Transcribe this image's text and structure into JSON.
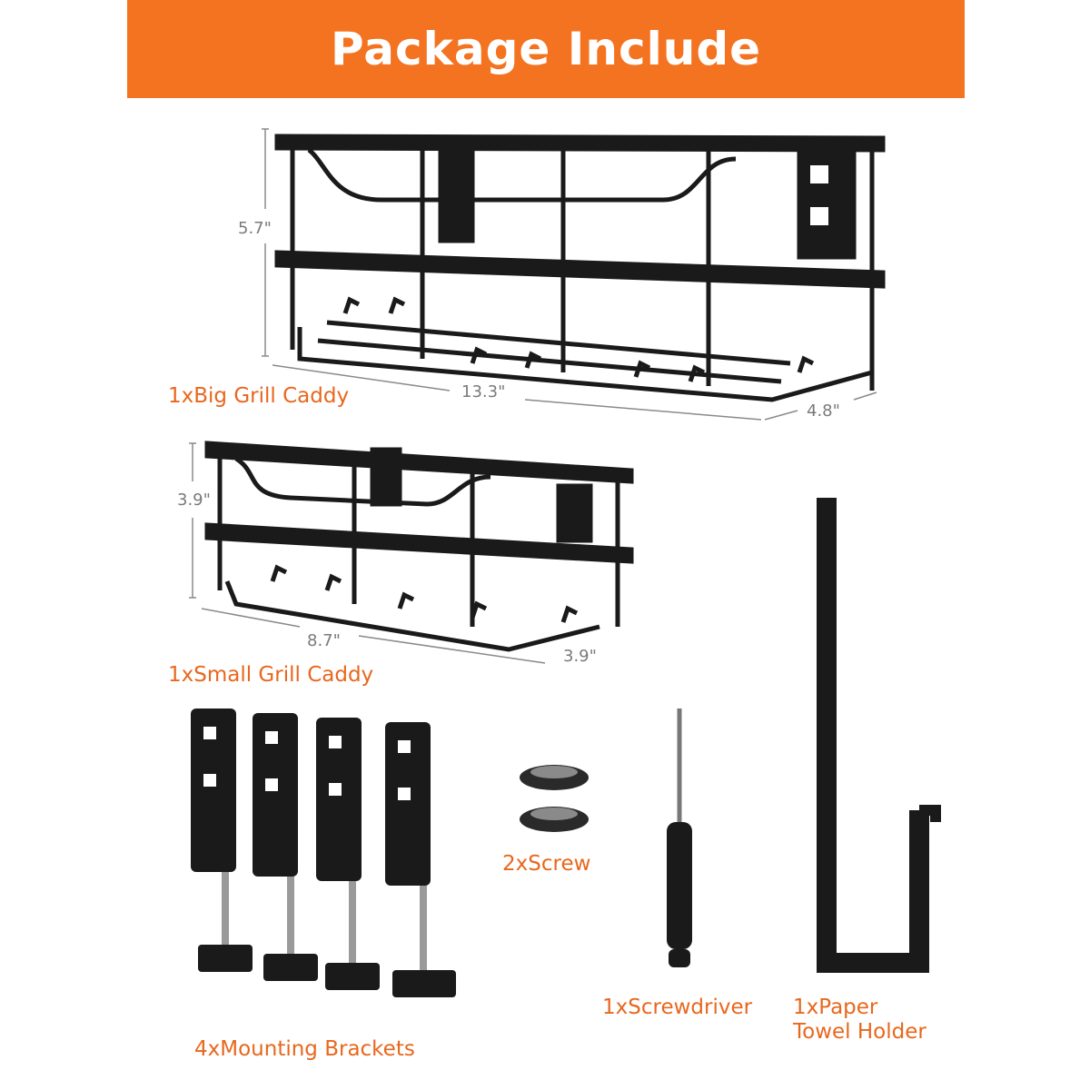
{
  "banner": {
    "title": "Package Include",
    "color": "#f47321"
  },
  "accent_text_color": "#e8671d",
  "items": {
    "big_caddy": {
      "label": "1xBig Grill Caddy",
      "height": "5.7\"",
      "length": "13.3\"",
      "depth": "4.8\""
    },
    "small_caddy": {
      "label": "1xSmall Grill Caddy",
      "height": "3.9\"",
      "length": "8.7\"",
      "depth": "3.9\""
    },
    "brackets": {
      "label": "4xMounting Brackets"
    },
    "screws": {
      "label": "2xScrew"
    },
    "screwdriver": {
      "label": "1xScrewdriver"
    },
    "towel_holder": {
      "label_line1": "1xPaper",
      "label_line2": "Towel Holder"
    }
  }
}
